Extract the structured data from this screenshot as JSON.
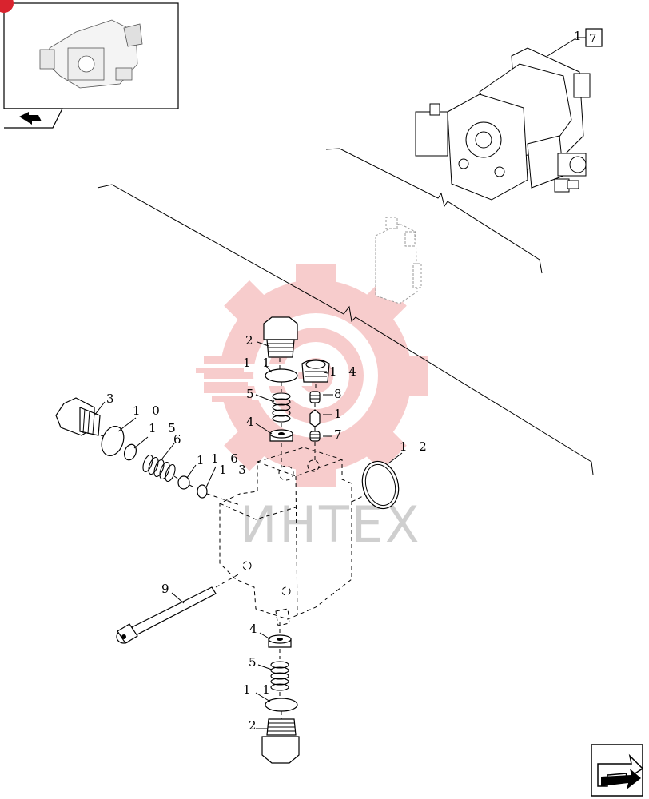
{
  "watermark": {
    "text": "ИНТЕХ",
    "color": "#f2a3a3"
  },
  "reference_box": {
    "prefix": "1",
    "number": "7"
  },
  "callouts": [
    {
      "id": "c-2-top",
      "text": "2"
    },
    {
      "id": "c-11-top",
      "text": "1 1"
    },
    {
      "id": "c-5-top",
      "text": "5"
    },
    {
      "id": "c-4-top",
      "text": "4"
    },
    {
      "id": "c-14",
      "text": "1 4"
    },
    {
      "id": "c-8",
      "text": "8"
    },
    {
      "id": "c-1-mid",
      "text": "1"
    },
    {
      "id": "c-7",
      "text": "7"
    },
    {
      "id": "c-3",
      "text": "3"
    },
    {
      "id": "c-10",
      "text": "1 0"
    },
    {
      "id": "c-15",
      "text": "1 5"
    },
    {
      "id": "c-6",
      "text": "6"
    },
    {
      "id": "c-1-small",
      "text": "1"
    },
    {
      "id": "c-16",
      "text": "1 6"
    },
    {
      "id": "c-13",
      "text": "1 3"
    },
    {
      "id": "c-12",
      "text": "1 2"
    },
    {
      "id": "c-9",
      "text": "9"
    },
    {
      "id": "c-4-bot",
      "text": "4"
    },
    {
      "id": "c-5-bot",
      "text": "5"
    },
    {
      "id": "c-11-bot",
      "text": "1 1"
    },
    {
      "id": "c-2-bot",
      "text": "2"
    }
  ],
  "icons": {
    "thumbnail": "pump-assembly-thumbnail",
    "prev": "back-arrow-icon",
    "next": "forward-arrow-icon"
  }
}
